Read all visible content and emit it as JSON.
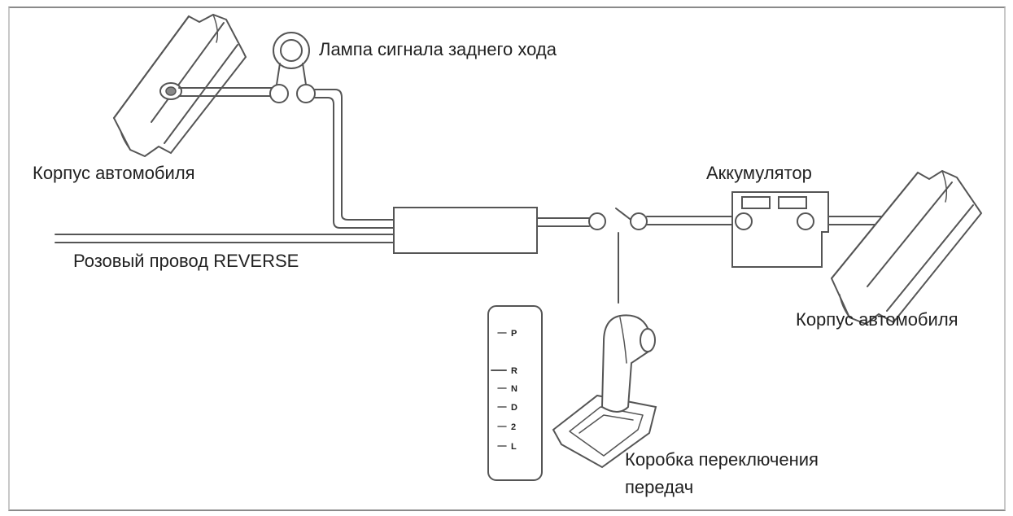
{
  "labels": {
    "reverse_lamp": "Лампа сигнала заднего хода",
    "body_left": "Корпус автомобиля",
    "battery": "Аккумулятор",
    "pink_wire": "Розовый провод REVERSE",
    "body_right": "Корпус автомобиля",
    "gearbox_line1": "Коробка переключения",
    "gearbox_line2": "передач"
  },
  "selector_positions": [
    "P",
    "R",
    "N",
    "D",
    "2",
    "L"
  ],
  "colors": {
    "line": "#555555",
    "text": "#222222",
    "background": "#ffffff"
  }
}
